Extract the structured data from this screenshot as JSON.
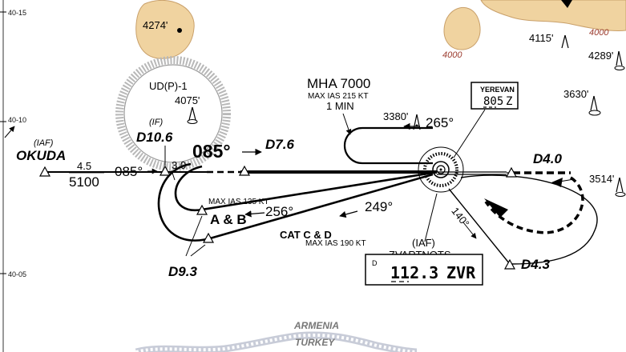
{
  "latitude_ticks": [
    "40-15",
    "40-10",
    "40-05"
  ],
  "terrain": {
    "contour_labels": [
      "4000",
      "4000"
    ],
    "spot_elevations": [
      "4274'",
      "4075'",
      "4115'",
      "4289'",
      "3630'",
      "3514'",
      "3380'"
    ]
  },
  "airspace": {
    "restricted_area_label": "UD(P)-1",
    "border_north": "ARMENIA",
    "border_south": "TURKEY"
  },
  "holding": {
    "mha": "MHA 7000",
    "max_ias": "MAX IAS 215 KT",
    "leg_time": "1 MIN",
    "course": "265°"
  },
  "fixes": {
    "okuda_role": "(IAF)",
    "okuda": "OKUDA",
    "d106_role": "(IF)",
    "d106": "D10.6",
    "d76": "D7.6",
    "d93": "D9.3",
    "d40": "D4.0",
    "d43": "D4.3"
  },
  "segments": {
    "okuda_distance": "4.5",
    "okuda_altitude": "5100",
    "okuda_course": "085°",
    "if_distance": "3.0",
    "final_course": "085°",
    "ab_label": "A & B",
    "ab_course": "256°",
    "ab_max_ias": "MAX IAS 135 KT",
    "cd_label": "CAT C & D",
    "cd_course": "249°",
    "cd_max_ias": "MAX IAS 190 KT",
    "outbound_course": "140°"
  },
  "navaids": {
    "yerevan_name": "YEREVAN",
    "yerevan_freq": "805",
    "yerevan_ident": "Z",
    "zvartnots_role": "(IAF)",
    "zvartnots_name": "ZVARTNOTS",
    "zvartnots_prefix": "D",
    "zvartnots_freq": "112.3",
    "zvartnots_ident": "ZVR"
  }
}
